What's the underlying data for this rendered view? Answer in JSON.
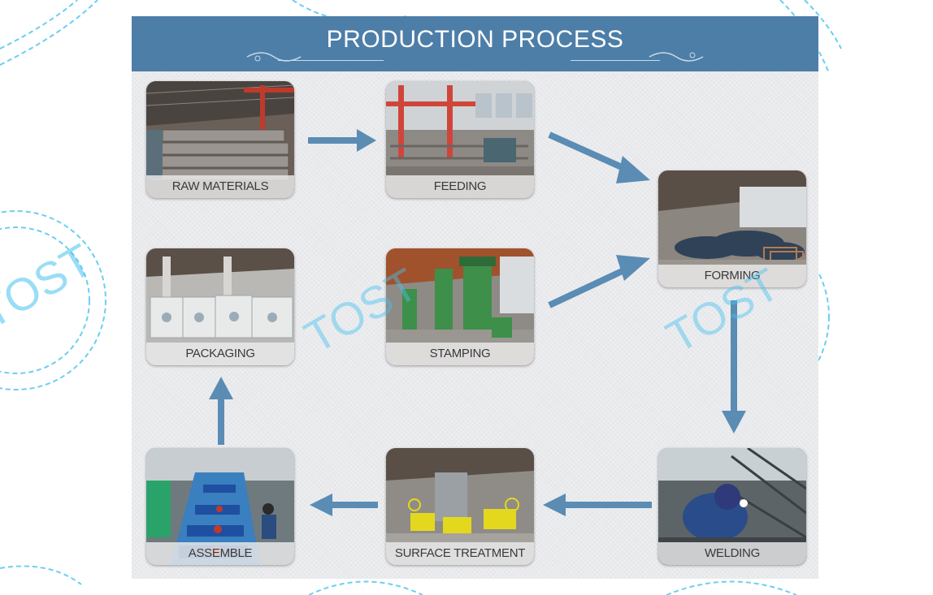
{
  "title": "PRODUCTION PROCESS",
  "watermark": "TOST",
  "colors": {
    "banner": "#4d7ea8",
    "arrow": "#5a8cb4",
    "watermark": "#47c3ef"
  },
  "steps": [
    {
      "label": "RAW MATERIALS",
      "scene": "steel-tubes"
    },
    {
      "label": "FEEDING",
      "scene": "feeding-line"
    },
    {
      "label": "FORMING",
      "scene": "formed-frames"
    },
    {
      "label": "STAMPING",
      "scene": "presses"
    },
    {
      "label": "PACKAGING",
      "scene": "wrapped-stacks"
    },
    {
      "label": "WELDING",
      "scene": "welder"
    },
    {
      "label": "SURFACE TREATMENT",
      "scene": "coating-line"
    },
    {
      "label": "ASSEMBLE",
      "scene": "assembly-line"
    }
  ]
}
